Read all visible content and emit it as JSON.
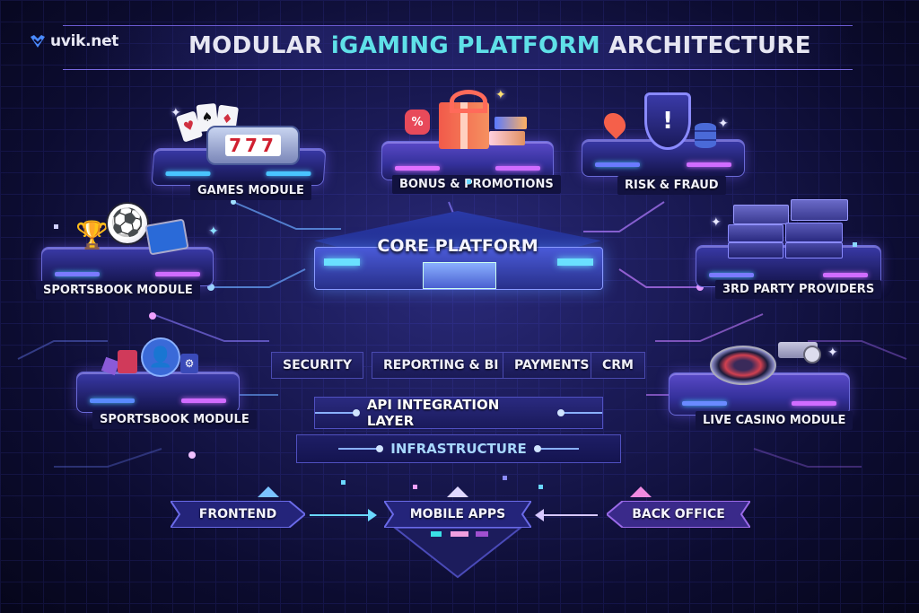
{
  "header": {
    "logo_text": "uvik.net",
    "title_part1": "MODULAR ",
    "title_highlight": "iGAMING PLATFORM",
    "title_part2": " ARCHITECTURE"
  },
  "modules": {
    "games": {
      "label": "GAMES MODULE",
      "icon": "slot-machine-cards-icon",
      "slot_digits": "777"
    },
    "bonus": {
      "label": "BONUS & PROMOTIONS",
      "icon": "gift-box-icon",
      "badge": "%"
    },
    "risk": {
      "label": "RISK & FRAUD",
      "icon": "shield-alert-icon",
      "mark": "!"
    },
    "sportsbook_top": {
      "label": "SPORTSBOOK MODULE",
      "icon": "trophy-soccer-ball-icon"
    },
    "third_party": {
      "label": "3RD PARTY PROVIDERS",
      "icon": "server-stack-icon"
    },
    "sportsbook_bottom": {
      "label": "SPORTSBOOK MODULE",
      "icon": "user-profile-icon"
    },
    "live_casino": {
      "label": "LIVE CASINO MODULE",
      "icon": "roulette-camera-icon"
    }
  },
  "core": {
    "title": "CORE PLATFORM",
    "services": [
      "SECURITY",
      "REPORTING & BI",
      "PAYMENTS",
      "CRM"
    ],
    "api_layer": "API INTEGRATION LAYER",
    "infrastructure": "INFRASTRUCTURE"
  },
  "bottom": {
    "frontend": "FRONTEND",
    "mobile_apps": "MOBILE APPS",
    "back_office": "BACK OFFICE"
  },
  "colors": {
    "background": "#0c0c30",
    "accent_cyan": "#5fe0e8",
    "accent_blue": "#49c4ff",
    "accent_magenta": "#d06cff",
    "platform": "#2a2a80"
  }
}
